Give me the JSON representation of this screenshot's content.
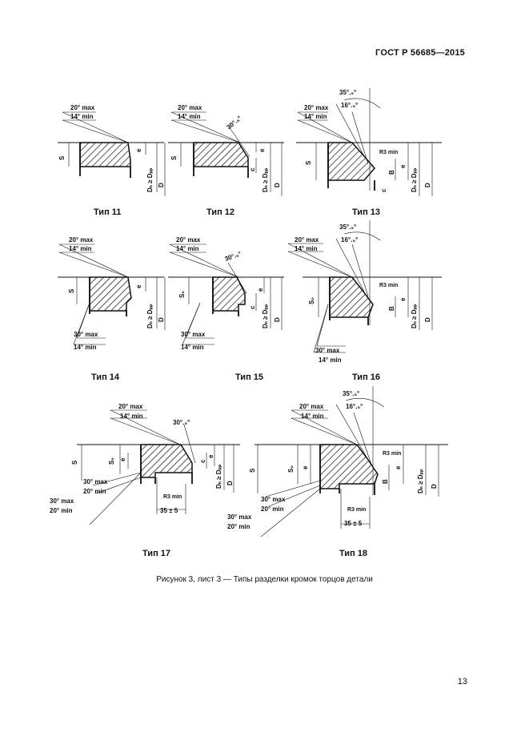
{
  "header": {
    "standard": "ГОСТ Р 56685—2015"
  },
  "caption": "Рисунок 3, лист 3 — Типы разделки кромок торцов детали",
  "page_number": "13",
  "types": {
    "t11": {
      "label": "Тип 11",
      "angle_max": "20° max",
      "angle_min": "14° min",
      "s": "S",
      "e": "e",
      "dn": "Dₙ ≥ Dₚₚ",
      "d": "D"
    },
    "t12": {
      "label": "Тип 12",
      "angle_max": "20° max",
      "angle_min": "14° min",
      "bevel": "30°.₅°",
      "s": "S",
      "e": "e",
      "c": "c",
      "dn": "Dₙ ≥ Dₚₚ",
      "d": "D"
    },
    "t13": {
      "label": "Тип 13",
      "angle_max": "20° max",
      "angle_min": "14° min",
      "bevel_outer": "35°.₅°",
      "bevel_inner": "16°.₅°",
      "radius": "R3 min",
      "s": "S",
      "e": "e",
      "b": "B",
      "c": "c",
      "dn": "Dₙ ≥ Dₚₚ",
      "d": "D"
    },
    "t14": {
      "label": "Тип 14",
      "angle_max": "20° max",
      "angle_min": "14° min",
      "inner_max": "30° max",
      "inner_min": "14° min",
      "s": "S",
      "e": "e",
      "dn": "Dₙ ≥ Dₚₚ",
      "d": "D"
    },
    "t15": {
      "label": "Тип 15",
      "angle_max": "20° max",
      "angle_min": "14° min",
      "inner_max": "30° max",
      "inner_min": "14° min",
      "bevel": "30°.₅°",
      "s0": "S₀",
      "e": "e",
      "c": "c",
      "dn": "Dₙ ≥ Dₚₚ",
      "d": "D"
    },
    "t16": {
      "label": "Тип 16",
      "angle_max": "20° max",
      "angle_min": "14° min",
      "inner_max": "30° max",
      "inner_min": "14° min",
      "bevel_outer": "35°.₅°",
      "bevel_inner": "16°.₅°",
      "radius": "R3 min",
      "s0": "S₀",
      "e": "e",
      "b": "B",
      "dn": "Dₙ ≥ Dₚₚ",
      "d": "D"
    },
    "t17": {
      "label": "Тип 17",
      "angle_max": "20° max",
      "angle_min": "14° min",
      "inner_max": "30° max",
      "inner_min": "20° min",
      "outer_max": "30° max",
      "outer_min": "20° min",
      "bevel": "30°.₅°",
      "radius": "R3 min",
      "length": "35 ± 5",
      "s": "S",
      "s0": "S₀",
      "e": "e",
      "c": "c",
      "dn": "Dₙ ≥ Dₚₚ",
      "d": "D"
    },
    "t18": {
      "label": "Тип 18",
      "angle_max": "20° max",
      "angle_min": "14° min",
      "inner_max": "30° max",
      "inner_min": "20° min",
      "outer_max": "30° max",
      "outer_min": "20° min",
      "bevel_outer": "35°.₅°",
      "bevel_inner": "16°.₅°",
      "radius": "R3 min",
      "radius2": "R3 min",
      "length": "35 ± 5",
      "s": "S",
      "s0": "S₀",
      "e": "e",
      "b": "B",
      "dn": "Dₙ ≥ Dₚₚ",
      "d": "D"
    }
  }
}
